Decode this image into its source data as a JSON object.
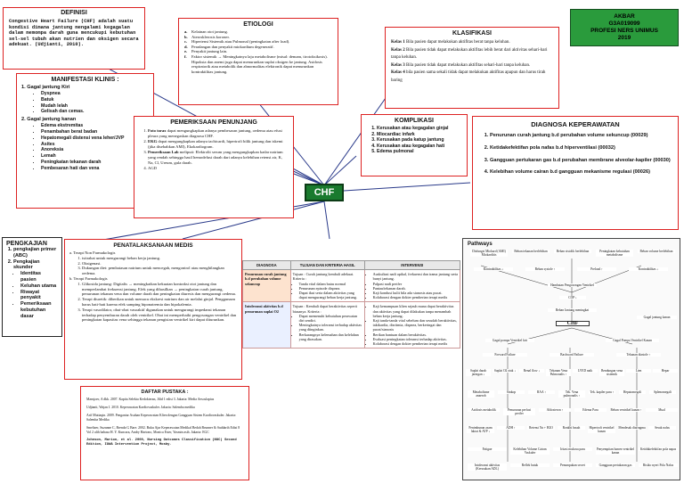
{
  "definisi": {
    "title": "DEFINISI",
    "text": "Congestive Heart Failure (CHF) adalah suatu kondisi dimana jantung mengalami kegagalan dalam memompa darah guna mencukupi kebutuhan sel-sel tubuh akan nutrien dan oksigen secara adekuat. (Udjianti, 2010)."
  },
  "manifestasi": {
    "title": "MANIFESTASI KLINIS :",
    "kiri_title": "Gagal jantung Kiri",
    "kiri": [
      "Dyspnea",
      "Batuk",
      "Mudah lelah",
      "Gelisah dan cemas."
    ],
    "kanan_title": "Gagal jantung kanan",
    "kanan": [
      "Edema ekstremitas",
      "Penambahan berat badan",
      "Hepatomegali distensi vena leher/JVP",
      "Asites",
      "Anoreksia",
      "Lemah",
      "Peningkatan tekanan darah",
      "Pembesaran hati dan vena"
    ]
  },
  "etiologi": {
    "title": "ETIOLOGI",
    "items": [
      {
        "m": "a.",
        "t": "Kelainan otot jantung."
      },
      {
        "m": "b.",
        "t": "Aterosklerosis koroner."
      },
      {
        "m": "c.",
        "t": "Hipertensi Sistemik atau Pulmonal (peningkatan after load)."
      },
      {
        "m": "d.",
        "t": "Peradangan dan penyakit miokardium degeneratif."
      },
      {
        "m": "e.",
        "t": "Penyakit jantung lain."
      },
      {
        "m": "f.",
        "t": "Faktor sistemik → Meningkatnya laju metabolisme (misal: demam, tirotoksikosis). Hipoksia dan anemi juga dapat menurunkan suplai oksigen ke jantung. Asidosis respiratorik atau metabolik dan abnormalitas elektronik dapat menurunkan kontraktilitas jantung."
      }
    ]
  },
  "klasifikasi": {
    "title": "KLASIFIKASI",
    "items": [
      {
        "k": "Kelas 1",
        "t": "Bila pasien dapat melakukan aktifitas berat tanpa keluhan."
      },
      {
        "k": "Kelas 2",
        "t": "Bila pasien tidak dapat melakukan aktifitas lebih berat dari aktivitas sehari-hari tanpa keluhan."
      },
      {
        "k": "Kelas 3",
        "t": "Bila pasien tidak dapat melakukan aktifitas sehari-hari tanpa keluhan."
      },
      {
        "k": "Kelas 4",
        "t": "bila pasien sama sekali tidak dapat melakukan aktifitas apapun dan harus tirah baring"
      }
    ]
  },
  "author": {
    "line1": "AKBAR",
    "line2": "G3A019099",
    "line3": "PROFESI NERS UNIMUS",
    "line4": "2019"
  },
  "pemeriksaan": {
    "title": "PEMERIKSAAN PENUNJANG",
    "items": [
      {
        "k": "Foto torax",
        "t": "dapat mengungkapkan adanya pembesaran jantung, oedema atau efusi pleura yang menegaskan diagnosa CHF."
      },
      {
        "k": "EKG",
        "t": "dapat mengungkapkan adanya tachicardi, hipertrofi bilik jantung dan iskemi (jika disebabkan AMI), Ekokardiogram."
      },
      {
        "k": "Pemeriksaan Lab",
        "t": "meliputi: Elektrolit serum yang mengungkapkan kadar natrium yang rendah sehingga hasil hemodelusi darah dari adanya kelebihan retensi air, K, Na, Cl, Ureum, gula darah."
      },
      {
        "k": "",
        "t": "AGD"
      }
    ]
  },
  "komplikasi": {
    "title": "KOMPLIKASI",
    "items": [
      "Kerusakan atau kegagalan ginjal",
      "Miocardiac infark",
      "Kerusakan pada katup jantung",
      "Kerusakan atau kegagalan hati",
      "Edema pulmonal"
    ]
  },
  "diagnosa": {
    "title": "DIAGNOSA KEPERAWATAN",
    "items": [
      "Penurunan curah jantung b.d perubahan volume sekuncup (00029)",
      "Ketidakefektifan pola nafas b.d hiperventilasi (00032)",
      "Gangguan pertukaran gas b.d perubahan membrane alveolar-kapiler (00030)",
      "Kelebihan volume cairan b.d gangguan mekanisme regulasi (00026)"
    ]
  },
  "center": {
    "label": "CHF"
  },
  "pengkajian": {
    "title": "PENGKAJIAN",
    "items": [
      "pengkajian primer (ABC)",
      "Pengkajian skunder"
    ],
    "sub": [
      "Identitas pasien",
      "Keluhan utama",
      "Riwayat penyakit",
      "Pemeriksaan kebutuhan dasar"
    ]
  },
  "penatalaksanaan": {
    "title": "PENATALAKSANAAN MEDIS",
    "a_title": "Terapi Non Farmakologis",
    "a_items": [
      "istirahat untuk mengurangi beban kerja jantung.",
      "Oksigenasi.",
      "Dukungan diet: pembatasan natrium untuk mencegah, mengontrol atau menghilangkan oedema."
    ],
    "b_title": "Terapi Farmakologis",
    "b_items": [
      "Glikosida jantung: Digitalis → meningkatkan kekuatan kontraksi otot jantung dan memperlambat frekuensi jantung. Efek yang dihasilkan → peningkatan curah jantung, penurunan tekanan vena dan volume darah dan peningkatan diuresis dan mengurangi oedema.",
      "Terapi diuretik: diberikan untuk memacu ekskresi natrium dan air melalui ginjal. Penggunaan harus hati-hati karena efek samping hiponatremia dan hipokalemia.",
      "Terapi vasodilator, obat-obat vasoaktif digunakan untuk mengurangi impedansi tekanan terhadap penyemburan darah oleh ventrikel. Obat ini memperbaiki pengosongan ventrikel dan peningkatan kapasitas vena sehingga tekanan pengisian ventrikel kiri dapat diturunkan."
    ]
  },
  "pustaka": {
    "title": "DAFTAR PUSTAKA :",
    "items": [
      "Mansjoer, A dkk. 2007. Kapita Selekta Kedokteran, Jilid 1 edisi 3. Jakarta: Media Aesculapius",
      "Udjianti, Wajan J. 2010. Keperawatan Kardiovaskuler. Jakarta: Salemba medika",
      "Arif Muttaqin. 2009. Pengantar Asuhan Keperawatan Klien dengan Gangguan Sistem Kardiovaskuler. Jakarta: Salemba Medika",
      "Smeltzer, Suzanne C, Brenda G Bare. 2002. Buku Ajar Keperawatan Medikal Bedah Brunner & Suddarth Edisi 8 Vol 2 alih bahasa H. Y. Kuncara, Andry Hartono, Monica Ester, Yasmin asih. Jakarta: EGC",
      "Johnson, Marion, et al. 2000, Nursing Outcomes Classification (NOC) Second Edition, IOWA Intervention Project, Mosby."
    ]
  },
  "tabel": {
    "headers": [
      "DIAGNOSA",
      "TUJUAN DAN KRITERIA HASIL",
      "INTERVENSI"
    ],
    "rows": [
      {
        "dx": "Penurunan curah jantung b.d perubahan volume sekuncup",
        "tujuan_title": "Tujuan : Curah jantung kembali adekuat. Kriteria :",
        "tujuan": [
          "Tanda vital dalam batas normal",
          "Penurunan episode dispnea.",
          "Dapat ikut serta dalam aktivitas yang dapat mengurangi beban kerja jantung."
        ],
        "intervensi": [
          "Auskultasi nadi apikal, frekuensi dan irama jantung serta bunyi jantung.",
          "Palpasi nadi perifer",
          "Pantau/tekanan darah.",
          "Kaji kondusi kulit bila ada sianosis atau pucat.",
          "Kolaborasi dengan dokter pemberian terapi medis"
        ]
      },
      {
        "dx": "Intoleransi aktivitas b.d penurunan suplai O2",
        "tujuan_title": "Tujuan : Kembali dapat beraktivitas seperti biasanya. Kriteria :",
        "tujuan": [
          "Dapat memenuhi kebutuhan perawatan diri sendiri.",
          "Meningkatnya toleransi terhadap aktivitas yang diinginkan.",
          "Berkurangnya kelemahan dan kelelahan yang dirasakan."
        ],
        "intervensi": [
          "Kaji kemampuan klien sejauh mana dapat beraktivitas dan aktivitas yang dapat dilakukan tanpa menambah beban kerja jantung.",
          "Kaji tanda-tanda vital sebelum dan sesudah beraktivitas, takikardia, disritmia, dispnea, berkeringat dan pucat/sianosis",
          "Berikan bantuan dalam beraktivitas.",
          "Evaluasi peningkatan toleransi terhadap aktivitas.",
          "Kolaborasi dengan dokter pemberian terapi medis"
        ]
      }
    ]
  },
  "pathways": {
    "title": "Pathways",
    "top": [
      "Disfungsi Miokard (AMI) Miokarditis",
      "Beban tekanan berlebihan",
      "Beban sistolik berlebihan",
      "Peningkatan kebutuhan metabolisme",
      "Beban volume berlebihan"
    ],
    "r2": [
      "Kontraktilitas ↓",
      "Beban systole ↑",
      "Preload ↑",
      "Kontraktilitas ↓"
    ],
    "r3": "Hambatan Pengosongan Ventrikel",
    "r4": "COP ↓",
    "r5": "Beban Jantung meningkat",
    "chf": "CHF",
    "r6a": "Gagal pompa Ventrikel kiri",
    "r6b": "Gagal Pompa Ventrikel Kanan",
    "r6c": "Gagal jantung kanan",
    "r7": [
      "Forward Failure",
      "Backward Failure",
      "Tekanan diastole ↑"
    ],
    "r8": [
      "Suplai darah jaringan ↓",
      "Suplai O2 otak ↓",
      "Renal flow ↓",
      "Tekanan Vena Pulmonalis ↑",
      "LVED naik",
      "Bendungan vena sistemik",
      "Lien",
      "Hepar"
    ],
    "r9": [
      "Metabolisme anaerob",
      "Sinkop",
      "RAA ↑",
      "Tek. Vena pulmonalis ↑",
      "Tek. kapiler paru ↑",
      "Hepatomegali",
      "Splenomegali"
    ],
    "r10": [
      "Asidosis metabolik",
      "Penurunan perfusi perifer",
      "Aldosteron ↑",
      "Edema Paru",
      "Beban ventrikel kanan ↑",
      "Mual"
    ],
    "r11": [
      "Penimbunan asam laktat & ATP ↓",
      "ADH ↑",
      "Retensi Na + H2O",
      "Ronkhi basah",
      "Hipertrofi ventrikel kanan",
      "Mendesak diafragma",
      "Sesak nafas"
    ],
    "r12": [
      "Fatigue",
      "Kelebihan Volume Cairan Vaskuler",
      "Iritasi mukosa paru",
      "Penyempitan lumen ventrikel kanan",
      "Ketidakefektifan pola napas"
    ],
    "r13": [
      "Intoleransi aktivitas (Kerusakan ADL)",
      "Reflek batuk",
      "Penumpukan secret",
      "Gangguan pertukaran gas",
      "Risiko nyeri Pola Nafas"
    ]
  }
}
